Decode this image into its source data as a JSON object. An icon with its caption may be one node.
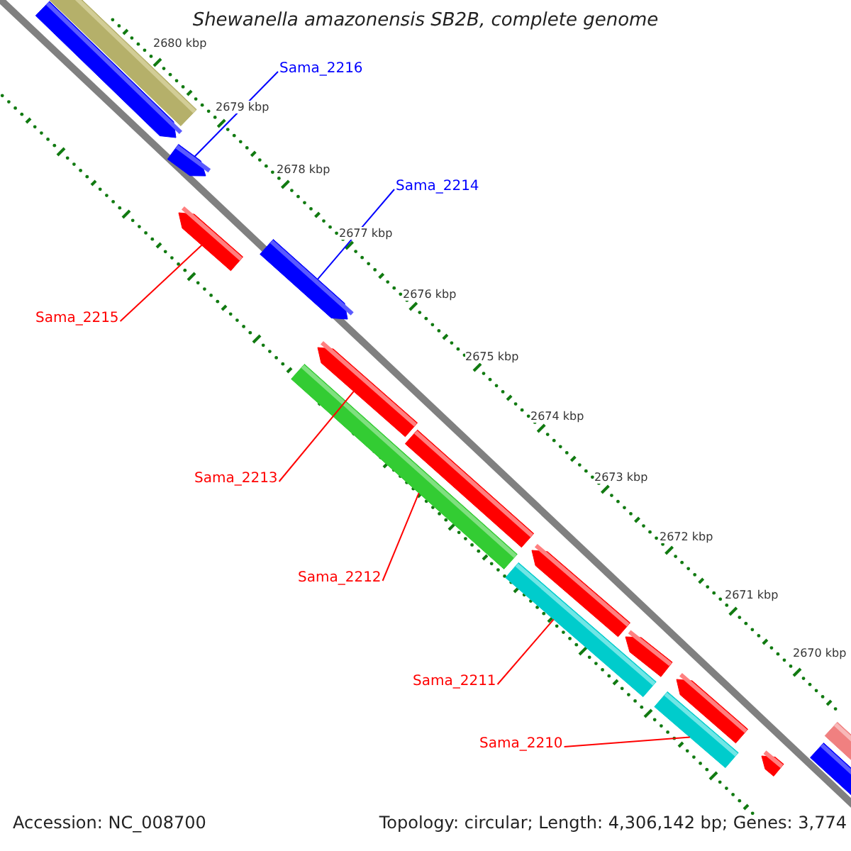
{
  "diagram": {
    "title": "Shewanella amazonensis SB2B, complete genome",
    "nodes": [
      {
        "text": [
          "Sama_2216"
        ]
      },
      {
        "text": [],
        "shape": "arrow"
      },
      {
        "text": [
          "Sama_2214"
        ]
      },
      {
        "text": [],
        "shape": "arrow"
      },
      {
        "text": [],
        "shape": "arrow"
      },
      {
        "text": [
          "Sama_2215"
        ]
      },
      {
        "text": [],
        "shape": "arrow"
      },
      {
        "text": [
          "Sama_2213"
        ]
      },
      {
        "text": [],
        "shape": "bar"
      },
      {
        "text": [
          "Sama_2212"
        ]
      },
      {
        "text": [],
        "shape": "bar"
      },
      {
        "text": [
          "Sama_2211"
        ]
      },
      {
        "text": [],
        "shape": "bar"
      },
      {
        "text": [
          "Sama_2210"
        ]
      }
    ],
    "edges": [
      {
        "from": 0,
        "to": 1,
        "arrow": "none",
        "color": "#0000ff"
      },
      {
        "from": 2,
        "to": 3,
        "arrow": "none",
        "color": "#0000ff"
      },
      {
        "from": 5,
        "to": 4,
        "arrow": "none"
      },
      {
        "from": 7,
        "to": 6,
        "arrow": "none"
      },
      {
        "from": 9,
        "to": 8,
        "arrow": "none"
      },
      {
        "from": 11,
        "to": 10,
        "arrow": "none"
      },
      {
        "from": 13,
        "to": 12,
        "arrow": "none"
      }
    ],
    "labels": [
      "2680 kbp",
      "2679 kbp",
      "2678 kbp",
      "2677 kbp",
      "2676 kbp",
      "2675 kbp",
      "2674 kbp",
      "2673 kbp",
      "2672 kbp",
      "2671 kbp",
      "2670 kbp",
      "Accession: NC_008700",
      "Topology: circular; Length: 4,306,142 bp; Genes: 3,774"
    ]
  }
}
